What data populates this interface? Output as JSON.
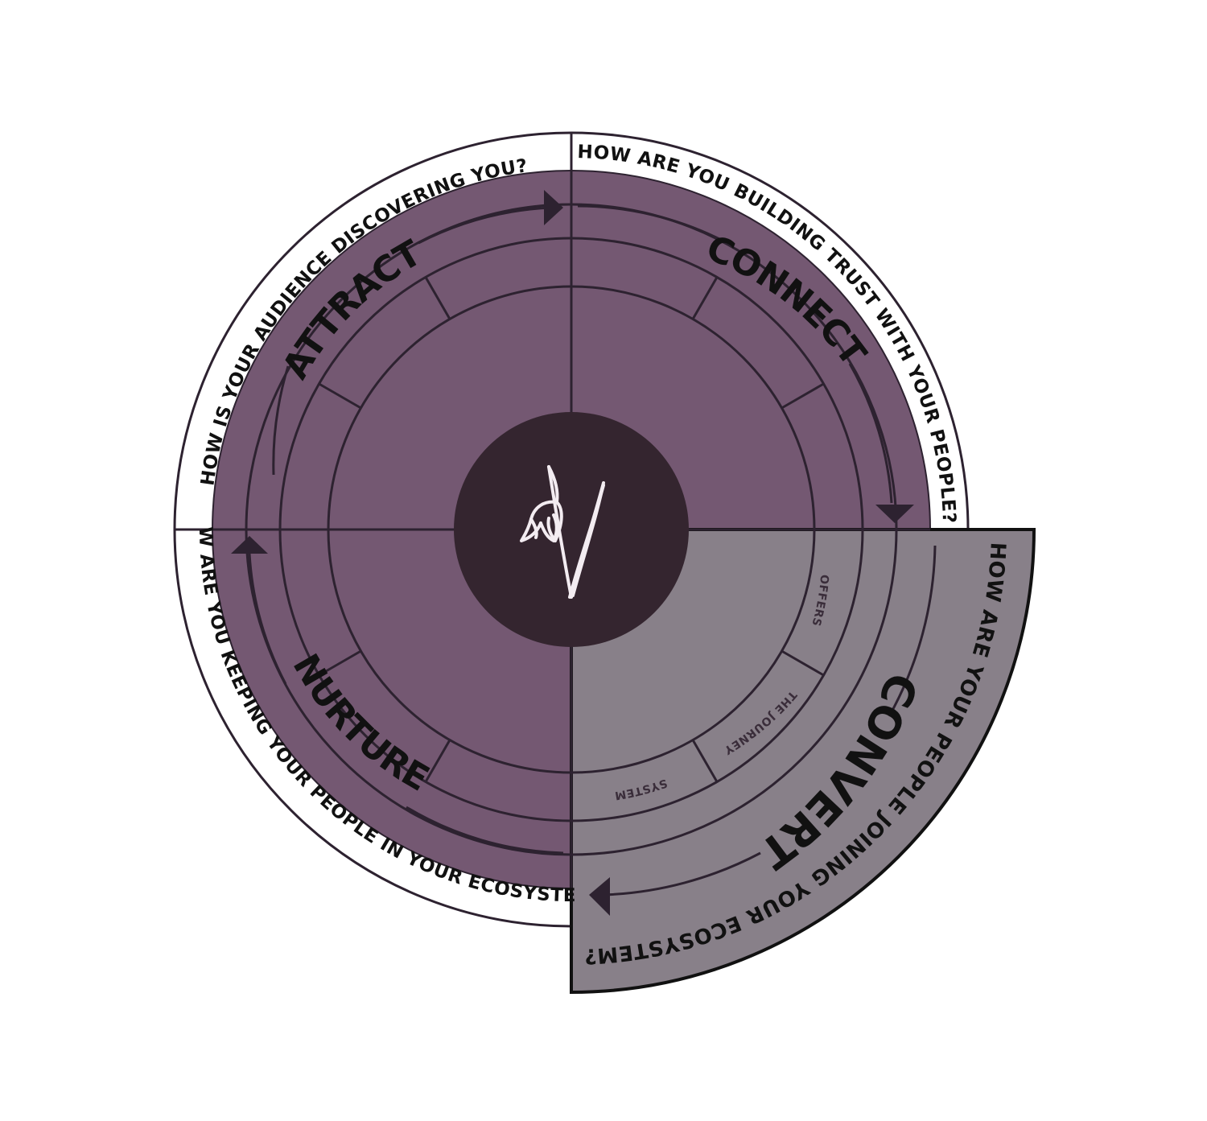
{
  "colors": {
    "purple": "#745872",
    "gray": "#888089",
    "center": "#34252f",
    "line": "#2d2230",
    "white": "#ffffff"
  },
  "stages": {
    "attract": {
      "label": "ATTRACT",
      "question": "HOW IS YOUR AUDIENCE DISCOVERING YOU?"
    },
    "connect": {
      "label": "CONNECT",
      "question": "HOW ARE YOU BUILDING TRUST WITH YOUR PEOPLE?"
    },
    "convert": {
      "label": "CONVERT",
      "question": "HOW ARE YOUR PEOPLE JOINING YOUR ECOSYSTEM?"
    },
    "nurture": {
      "label": "NURTURE",
      "question": "HOW ARE YOU KEEPING YOUR PEOPLE IN YOUR ECOSYSTEM?"
    }
  },
  "rings": {
    "offers": "OFFERS",
    "journey": "THE JOURNEY",
    "system": "SYSTEM"
  },
  "center_icon": "snowdrop-flower-icon"
}
